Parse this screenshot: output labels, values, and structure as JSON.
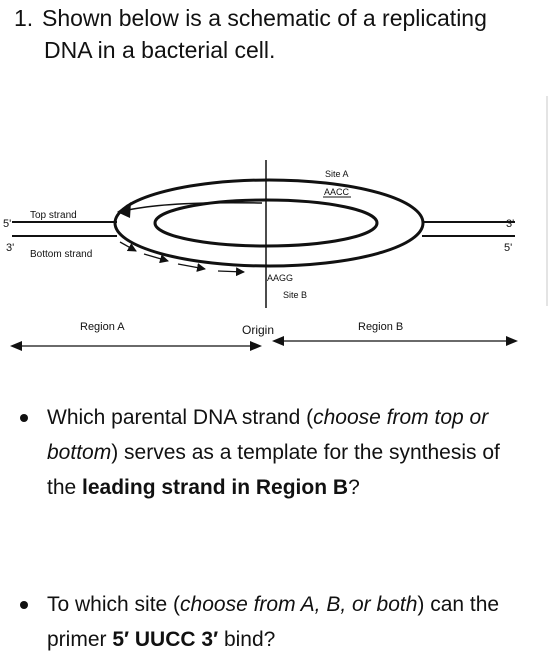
{
  "question": {
    "number": "1.",
    "line1": "Shown below is a schematic of a replicating",
    "line2": "DNA in a bacterial cell."
  },
  "diagram": {
    "site_a": "Site A",
    "site_a_seq": "AACC",
    "site_b": "Site B",
    "site_b_seq": "AAGG",
    "top_strand": "Top strand",
    "bottom_strand": "Bottom strand",
    "left_top_end": "5'",
    "left_bottom_end": "3'",
    "right_top_end": "3'",
    "right_bottom_end": "5'",
    "region_a": "Region A",
    "origin": "Origin",
    "region_b": "Region B"
  },
  "bullets": [
    {
      "p1": "Which parental DNA strand (",
      "p2": "choose from top or bottom",
      "p3": ") serves as a template for the synthesis of the ",
      "p4": "leading strand in Region B",
      "p5": "?"
    },
    {
      "p1": "To which site (",
      "p2": "choose from A, B, or both",
      "p3": ") can the primer ",
      "p4": "5′ UUCC 3′",
      "p5": " bind?"
    }
  ]
}
